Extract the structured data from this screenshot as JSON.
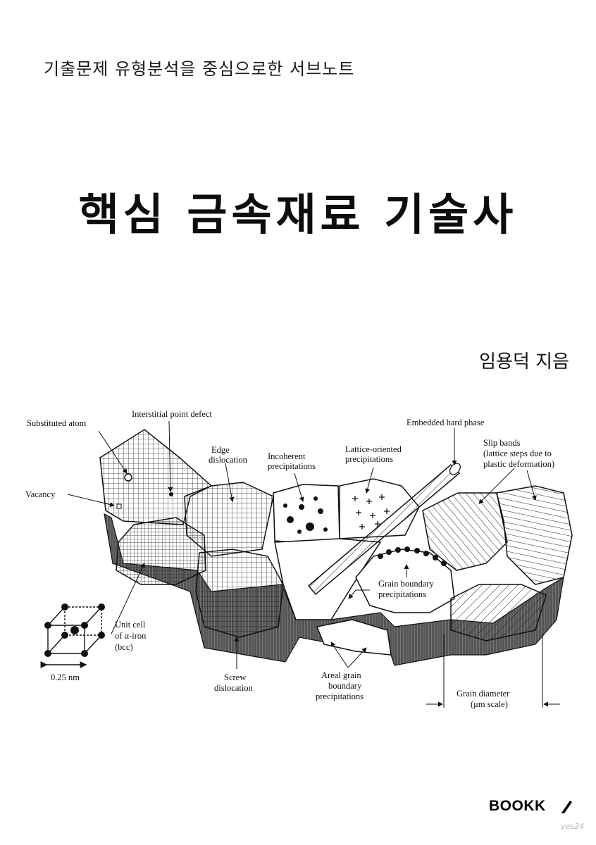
{
  "cover": {
    "subtitle": "기출문제 유형분석을 중심으로한 서브노트",
    "title": "핵심 금속재료 기술사",
    "author": "임용덕 지음",
    "publisher": "BOOKK",
    "watermark": "yes24"
  },
  "figure": {
    "labels": {
      "substituted_atom": "Substituted atom",
      "interstitial": "Interstitial point defect",
      "embedded_hard_phase": "Embedded hard phase",
      "edge_dislocation_1": "Edge",
      "edge_dislocation_2": "dislocation",
      "incoherent_1": "Incoherent",
      "incoherent_2": "precipitations",
      "lattice_oriented_1": "Lattice-oriented",
      "lattice_oriented_2": "precipitations",
      "slip_bands_1": "Slip bands",
      "slip_bands_2": "(lattice steps due to",
      "slip_bands_3": "plastic deformation)",
      "vacancy": "Vacancy",
      "grain_boundary_prec_1": "Grain boundary",
      "grain_boundary_prec_2": "precipitations",
      "unit_cell_1": "Unit cell",
      "unit_cell_2": "of α-iron",
      "unit_cell_3": "(bcc)",
      "scale": "0.25 nm",
      "screw_1": "Screw",
      "screw_2": "dislocation",
      "areal_1": "Areal grain",
      "areal_2": "boundary",
      "areal_3": "precipitations",
      "grain_diameter_1": "Grain diameter",
      "grain_diameter_2": "(μm scale)"
    }
  }
}
